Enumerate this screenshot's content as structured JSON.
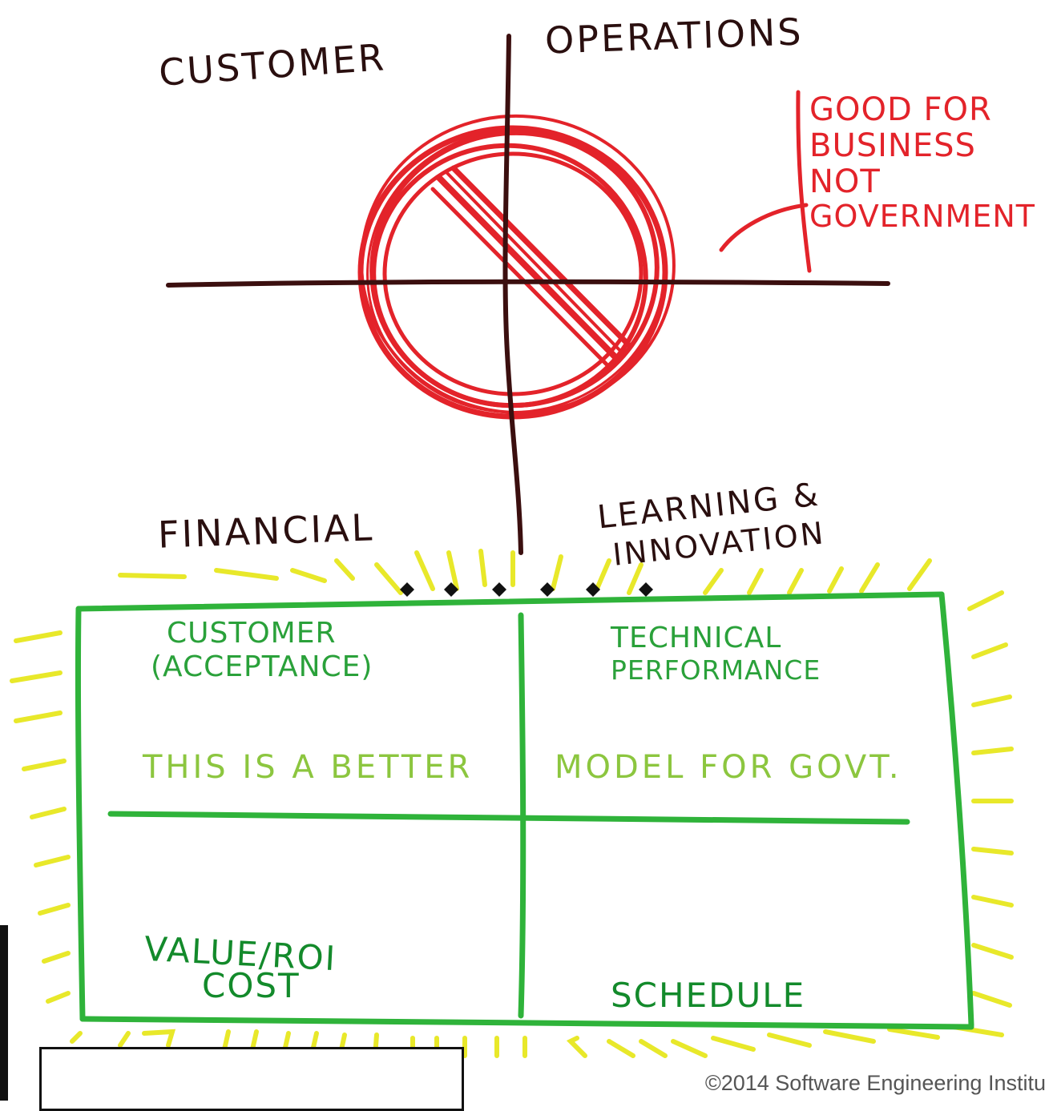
{
  "top_diagram": {
    "quadrants": {
      "top_left": "CUSTOMER",
      "top_right": "OPERATIONS",
      "bottom_left": "FINANCIAL",
      "bottom_right_line1": "LEARNING &",
      "bottom_right_line2": "INNOVATION"
    },
    "note_lines": [
      "GOOD FOR",
      "BUSINESS",
      "NOT",
      "GOVERNMENT"
    ]
  },
  "bottom_diagram": {
    "top_left_line1": "CUSTOMER",
    "top_left_line2": "(ACCEPTANCE)",
    "top_right_line1": "TECHNICAL",
    "top_right_line2": "PERFORMANCE",
    "middle_left": "THIS IS A BETTER",
    "middle_right": "MODEL FOR GOVT.",
    "bottom_left_line1": "VALUE/ROI",
    "bottom_left_line2": "COST",
    "bottom_right": "SCHEDULE"
  },
  "footer": {
    "copyright": "©2014 Software Engineering Institu"
  },
  "colors": {
    "axis": "#3b0f0f",
    "prohibition_red": "#e3232a",
    "box_green": "#2fb33a",
    "highlight_yellow": "#e8e82a"
  }
}
